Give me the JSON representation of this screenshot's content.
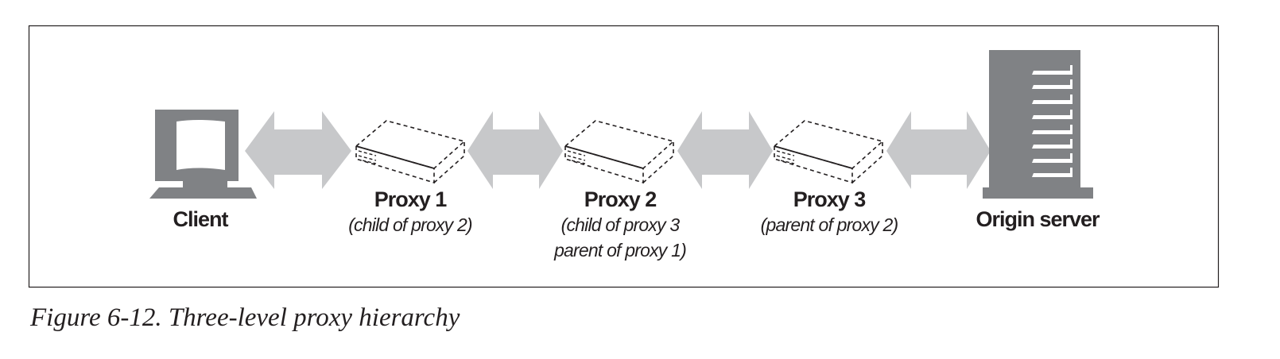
{
  "nodes": {
    "client": {
      "label": "Client"
    },
    "proxy1": {
      "label": "Proxy 1",
      "sub": [
        "(child of proxy 2)"
      ]
    },
    "proxy2": {
      "label": "Proxy 2",
      "sub": [
        "(child of proxy 3",
        "parent of proxy 1)"
      ]
    },
    "proxy3": {
      "label": "Proxy 3",
      "sub": [
        "(parent of proxy 2)"
      ]
    },
    "origin": {
      "label": "Origin server"
    }
  },
  "caption": "Figure 6-12. Three-level proxy hierarchy",
  "colors": {
    "icon": "#808285",
    "arrow": "#c7c8ca",
    "text": "#231f20"
  }
}
